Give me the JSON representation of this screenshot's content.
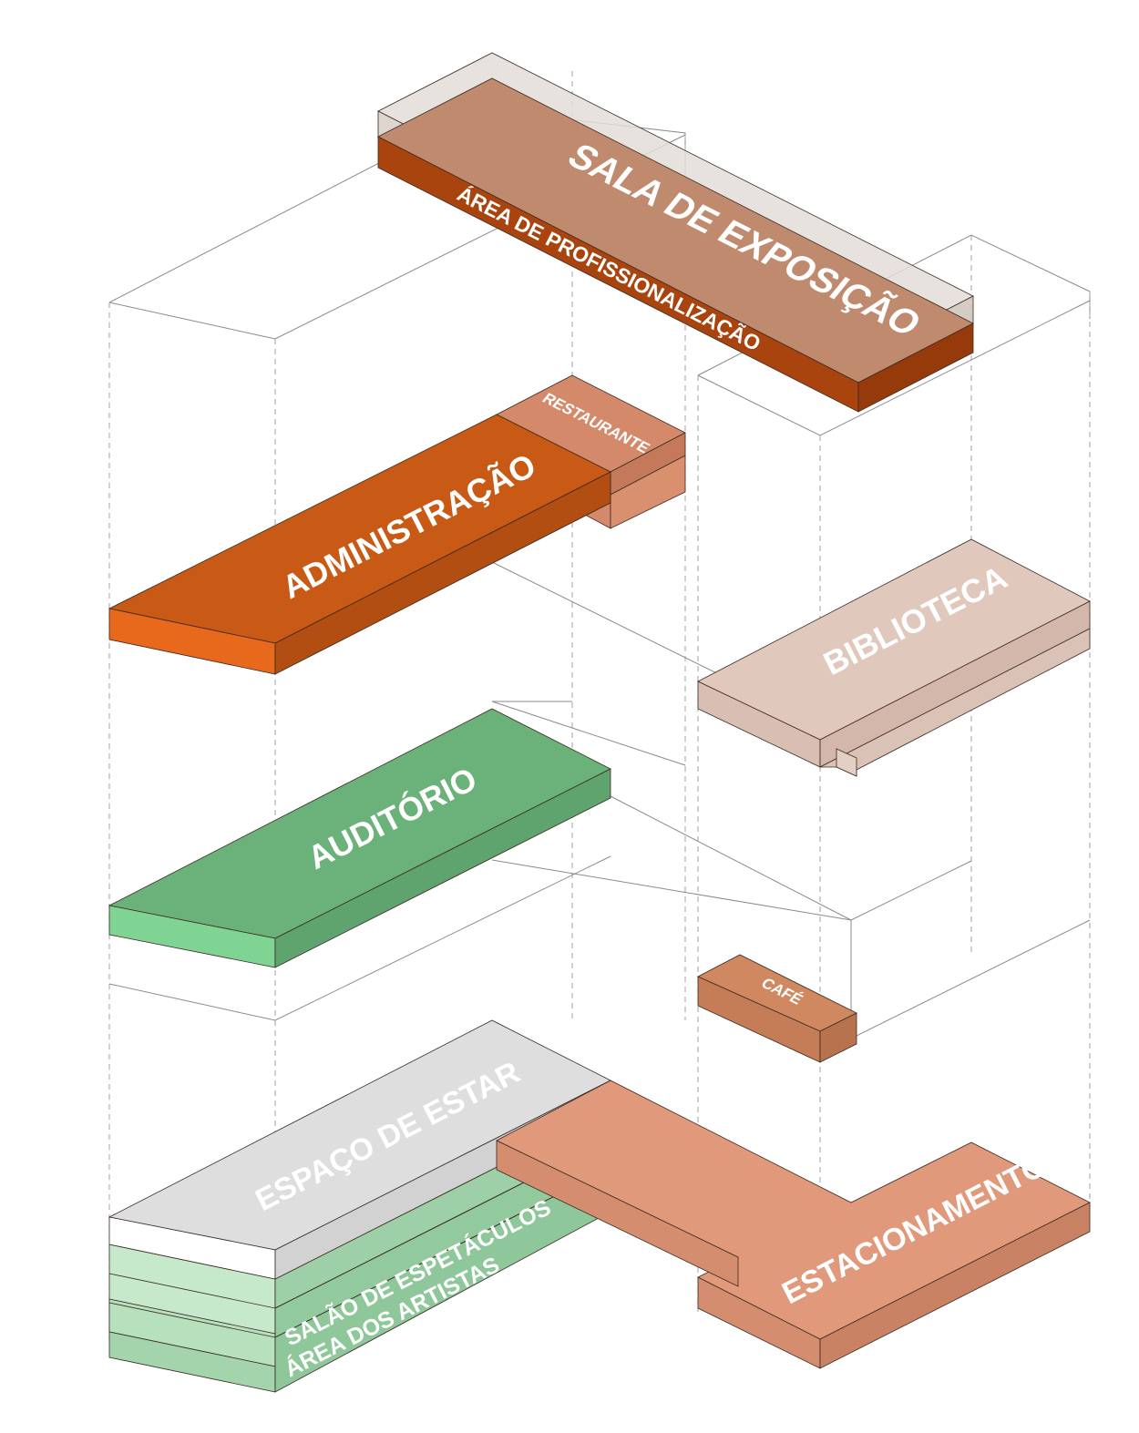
{
  "labels": {
    "sala_exposicao": "SALA DE EXPOSIÇÃO",
    "area_profissionalizacao": "ÁREA DE PROFISSIONALIZAÇÃO",
    "restaurante": "RESTAURANTE",
    "administracao": "ADMINISTRAÇÃO",
    "biblioteca": "BIBLIOTECA",
    "auditorio": "AUDITÓRIO",
    "cafe": "CAFÉ",
    "espaco_estar": "ESPAÇO DE ESTAR",
    "estacionamento": "ESTACIONAMENTO",
    "salao_espetaculos": "SALÃO DE ESPETÁCULOS",
    "area_artistas": "ÁREA DOS ARTISTAS"
  },
  "colors": {
    "exposicao_top": "#bf8a6e",
    "exposicao_side": "#a9440e",
    "exposicao_ghost": "#e3ddd8",
    "restaurante": "#d4896a",
    "administracao_top": "#c95a16",
    "administracao_side": "#e8681c",
    "biblioteca": "#e0c8bd",
    "auditorio_top": "#6ab27a",
    "auditorio_side": "#80d493",
    "cafe": "#d08860",
    "estar": "#dedede",
    "estacionamento": "#e0997a",
    "salao": "#c6e8cb",
    "artistas": "#a3d4ac"
  }
}
